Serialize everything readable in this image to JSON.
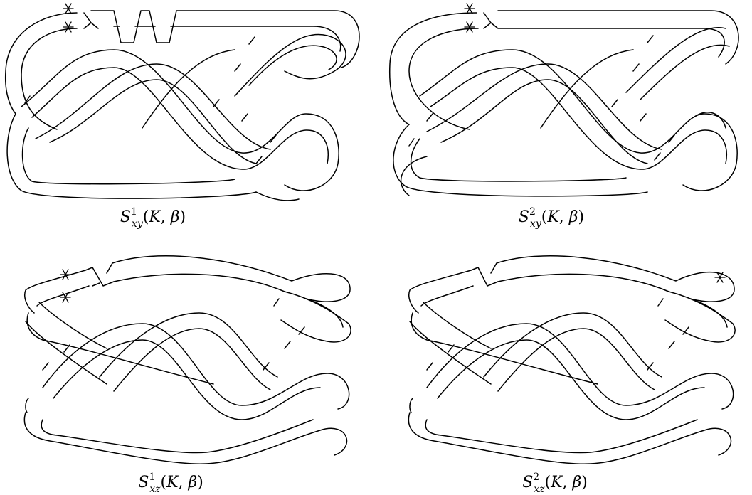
{
  "panels": [
    {
      "id": "xy1",
      "caption": {
        "base": "S",
        "sup": "1",
        "sub": "xy",
        "args_open": "(",
        "arg1": "K",
        "sep": ", ",
        "arg2": "β",
        "args_close": ")"
      }
    },
    {
      "id": "xy2",
      "caption": {
        "base": "S",
        "sup": "2",
        "sub": "xy",
        "args_open": "(",
        "arg1": "K",
        "sep": ", ",
        "arg2": "β",
        "args_close": ")"
      }
    },
    {
      "id": "xz1",
      "caption": {
        "base": "S",
        "sup": "1",
        "sub": "xz",
        "args_open": "(",
        "arg1": "K",
        "sep": ", ",
        "arg2": "β",
        "args_close": ")"
      }
    },
    {
      "id": "xz2",
      "caption": {
        "base": "S",
        "sup": "2",
        "sub": "xz",
        "args_open": "(",
        "arg1": "K",
        "sep": ", ",
        "arg2": "β",
        "args_close": ")"
      }
    }
  ],
  "colors": {
    "stroke": "#000000",
    "background": "#ffffff"
  }
}
